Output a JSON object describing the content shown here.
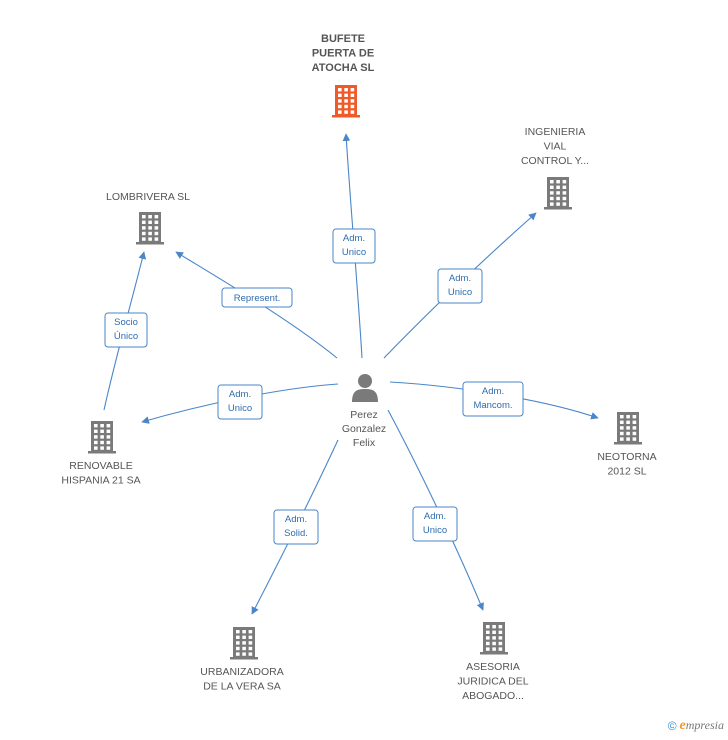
{
  "person": {
    "lines": [
      "Perez",
      "Gonzalez",
      "Felix"
    ]
  },
  "companies": [
    {
      "id": "bufete",
      "lines": [
        "BUFETE",
        "PUERTA DE",
        "ATOCHA SL"
      ],
      "main": true,
      "color": "#f05a28"
    },
    {
      "id": "ingenieria",
      "lines": [
        "INGENIERIA",
        "VIAL",
        "CONTROL Y..."
      ],
      "main": false,
      "color": "#7a7a7a"
    },
    {
      "id": "lombrivera",
      "lines": [
        "LOMBRIVERA SL"
      ],
      "main": false,
      "color": "#7a7a7a"
    },
    {
      "id": "renovable",
      "lines": [
        "RENOVABLE",
        "HISPANIA 21 SA"
      ],
      "main": false,
      "color": "#7a7a7a"
    },
    {
      "id": "neotorna",
      "lines": [
        "NEOTORNA",
        "2012 SL"
      ],
      "main": false,
      "color": "#7a7a7a"
    },
    {
      "id": "urbanizadora",
      "lines": [
        "URBANIZADORA",
        "DE LA VERA SA"
      ],
      "main": false,
      "color": "#7a7a7a"
    },
    {
      "id": "asesoria",
      "lines": [
        "ASESORIA",
        "JURIDICA DEL",
        "ABOGADO..."
      ],
      "main": false,
      "color": "#7a7a7a"
    }
  ],
  "edges": [
    {
      "id": "e-bufete",
      "to": "bufete",
      "lines": [
        "Adm.",
        "Unico"
      ]
    },
    {
      "id": "e-ingenieria",
      "to": "ingenieria",
      "lines": [
        "Adm.",
        "Unico"
      ]
    },
    {
      "id": "e-lombrivera",
      "to": "lombrivera",
      "lines": [
        "Represent."
      ]
    },
    {
      "id": "e-renovable",
      "to": "renovable",
      "lines": [
        "Adm.",
        "Unico"
      ]
    },
    {
      "id": "e-neotorna",
      "to": "neotorna",
      "lines": [
        "Adm.",
        "Mancom."
      ]
    },
    {
      "id": "e-urbanizadora",
      "to": "urbanizadora",
      "lines": [
        "Adm.",
        "Solid."
      ]
    },
    {
      "id": "e-asesoria",
      "to": "asesoria",
      "lines": [
        "Adm.",
        "Unico"
      ]
    },
    {
      "id": "e-socio",
      "from": "renovable",
      "to": "lombrivera",
      "lines": [
        "Socio",
        "Único"
      ]
    }
  ],
  "footer": {
    "copyright": "©",
    "brand_first": "e",
    "brand_rest": "mpresia"
  },
  "colors": {
    "edge": "#4a86c8",
    "edge_text": "#2e6cb0",
    "person_icon": "#7a7a7a"
  }
}
